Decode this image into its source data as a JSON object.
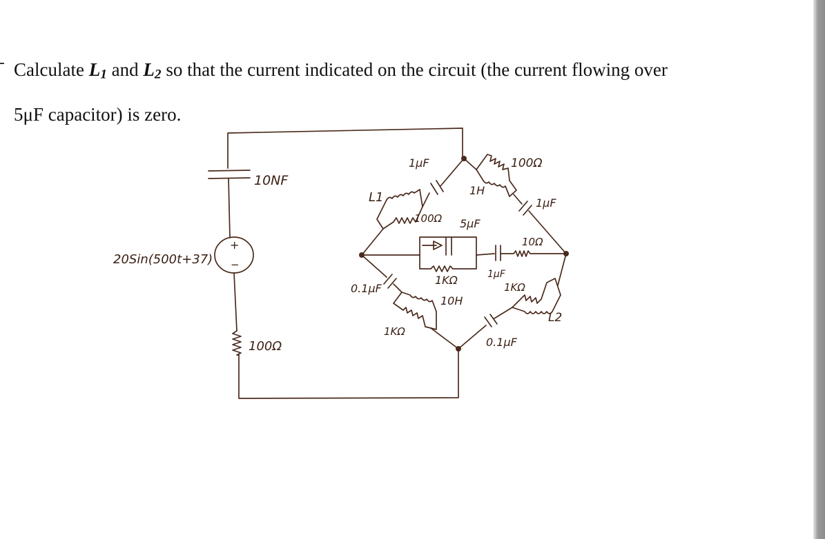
{
  "question": {
    "part1": "Calculate ",
    "L1_base": "L",
    "L1_sub": "1",
    "and": " and ",
    "L2_base": "L",
    "L2_sub": "2",
    "part2": " so that the current indicated on the circuit (the current flowing over",
    "line2": "5μF capacitor) is zero."
  },
  "circuit_labels": {
    "c_10uf": "10NF",
    "source": "20Sin(500t+37)",
    "plus": "+",
    "minus": "−",
    "r_100_left": "100Ω",
    "l1": "L1",
    "c_1uf_top": "1μF",
    "r_100_l1": "100Ω",
    "r_100_top": "100Ω",
    "l_1h": "1H",
    "c_1uf_right": "1μF",
    "c_5uf": "5μF",
    "r_1k_center": "1KΩ",
    "c_1uf_mid": "1μF",
    "r_10": "10Ω",
    "c_01uf_left": "0.1μF",
    "l_10h": "10H",
    "r_1k_left": "1KΩ",
    "r_1k_right": "1KΩ",
    "l2": "L2",
    "c_01uf_right": "0.1μF"
  }
}
